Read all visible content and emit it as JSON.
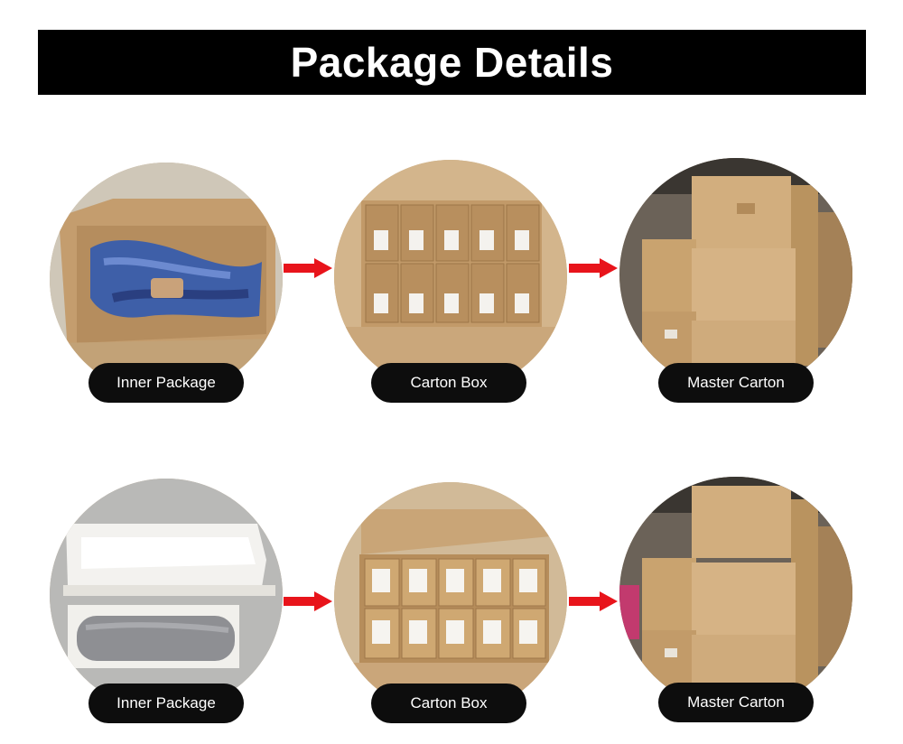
{
  "header": {
    "title": "Package Details"
  },
  "rows": [
    {
      "steps": [
        {
          "label": "Inner Package",
          "photo": "inner-package-photo-1"
        },
        {
          "label": "Carton Box",
          "photo": "carton-box-photo-1"
        },
        {
          "label": "Master Carton",
          "photo": "master-carton-photo-1"
        }
      ]
    },
    {
      "steps": [
        {
          "label": "Inner Package",
          "photo": "inner-package-photo-2"
        },
        {
          "label": "Carton Box",
          "photo": "carton-box-photo-2"
        },
        {
          "label": "Master Carton",
          "photo": "master-carton-photo-2"
        }
      ]
    }
  ],
  "colors": {
    "header_bg": "#000000",
    "arrow": "#e8141b",
    "pill_bg": "#0d0d0d",
    "cardboard": "#c9a57a"
  },
  "icons": {
    "arrow": "arrow-right-icon"
  }
}
